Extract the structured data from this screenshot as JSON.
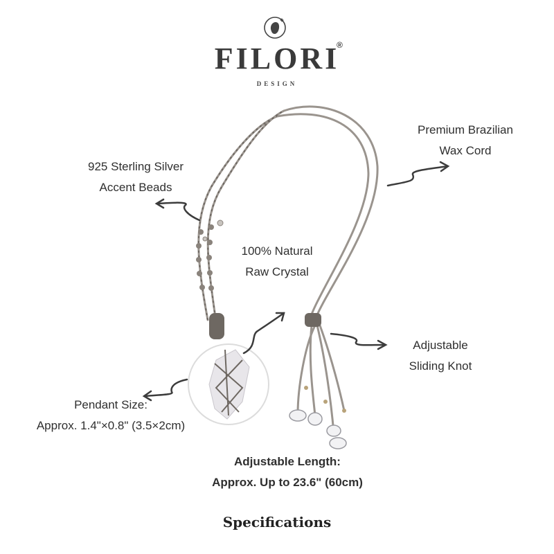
{
  "brand": {
    "name": "FILORI",
    "registered": "®",
    "subtitle": "DESIGN"
  },
  "callouts": {
    "sterling": {
      "line1": "925 Sterling Silver",
      "line2": "Accent Beads"
    },
    "cord": {
      "line1": "Premium Brazilian",
      "line2": "Wax Cord"
    },
    "crystal": {
      "line1": "100% Natural",
      "line2": "Raw Crystal"
    },
    "knot": {
      "line1": "Adjustable",
      "line2": "Sliding Knot"
    },
    "pendant": {
      "line1": "Pendant Size:",
      "line2": "Approx. 1.4\"×0.8\" (3.5×2cm)"
    },
    "length": {
      "line1": "Adjustable Length:",
      "line2": "Approx. Up to 23.6\" (60cm)"
    }
  },
  "footer": {
    "title": "Specifications"
  },
  "colors": {
    "cord": "#9a948e",
    "text": "#2f2f2f",
    "arrow": "#3c3c3c",
    "crystal": "#e8e6ea"
  },
  "icons": {
    "logo": "stone-logo-icon",
    "arrows": "squiggle-arrow-icon"
  }
}
